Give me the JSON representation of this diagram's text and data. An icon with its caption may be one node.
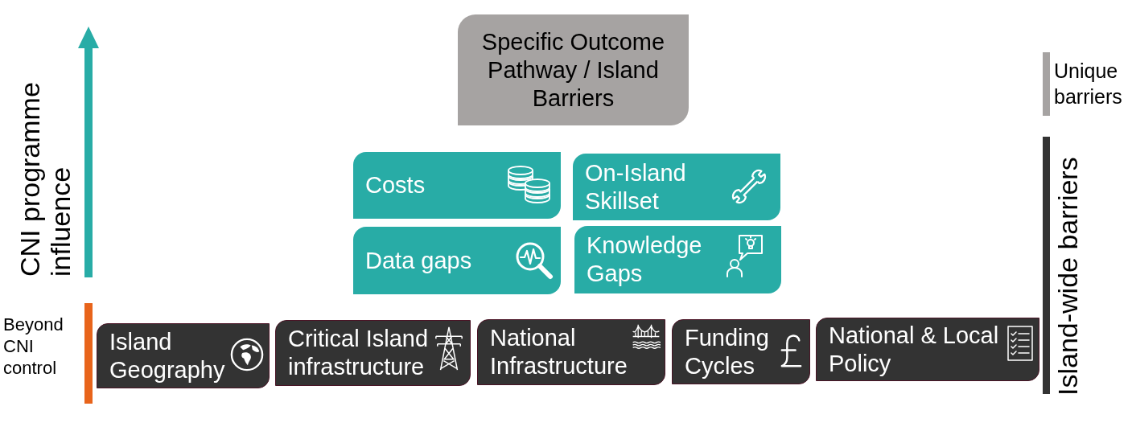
{
  "diagram": {
    "nodes": [
      {
        "text": [
          "Specific Outcome Pathway / Island Barriers"
        ]
      },
      {
        "text": [
          "Costs"
        ]
      },
      {
        "text": [
          "On-Island Skillset"
        ]
      },
      {
        "text": [
          "Data gaps"
        ]
      },
      {
        "text": [
          "Knowledge Gaps"
        ]
      },
      {
        "text": [
          "Island Geography"
        ]
      },
      {
        "text": [
          "Critical Island infrastructure"
        ]
      },
      {
        "text": [
          "National Infrastructure"
        ]
      },
      {
        "text": [
          "Funding Cycles"
        ]
      },
      {
        "text": [
          "National & Local Policy"
        ]
      }
    ],
    "labels": [
      "CNI programme influence",
      "Beyond CNI control",
      "Unique barriers",
      "Island-wide barriers"
    ]
  }
}
